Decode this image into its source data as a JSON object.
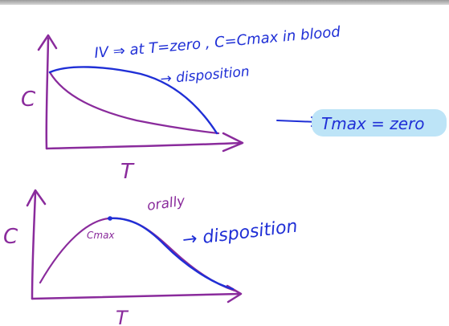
{
  "colors": {
    "purple": "#8a2b9c",
    "blue": "#1f2fd6",
    "highlight": "#bde4f7"
  },
  "diagram_iv": {
    "axis_c": "C",
    "axis_t": "T",
    "note_iv": "IV ⇒ at T=zero , C=Cmax in blood",
    "label_disposition": "→ disposition",
    "result": "Tmax = zero"
  },
  "diagram_oral": {
    "axis_c": "C",
    "axis_t": "T",
    "label_orally": "orally",
    "label_cmax": "Cmax",
    "label_disposition": "→ disposition"
  }
}
